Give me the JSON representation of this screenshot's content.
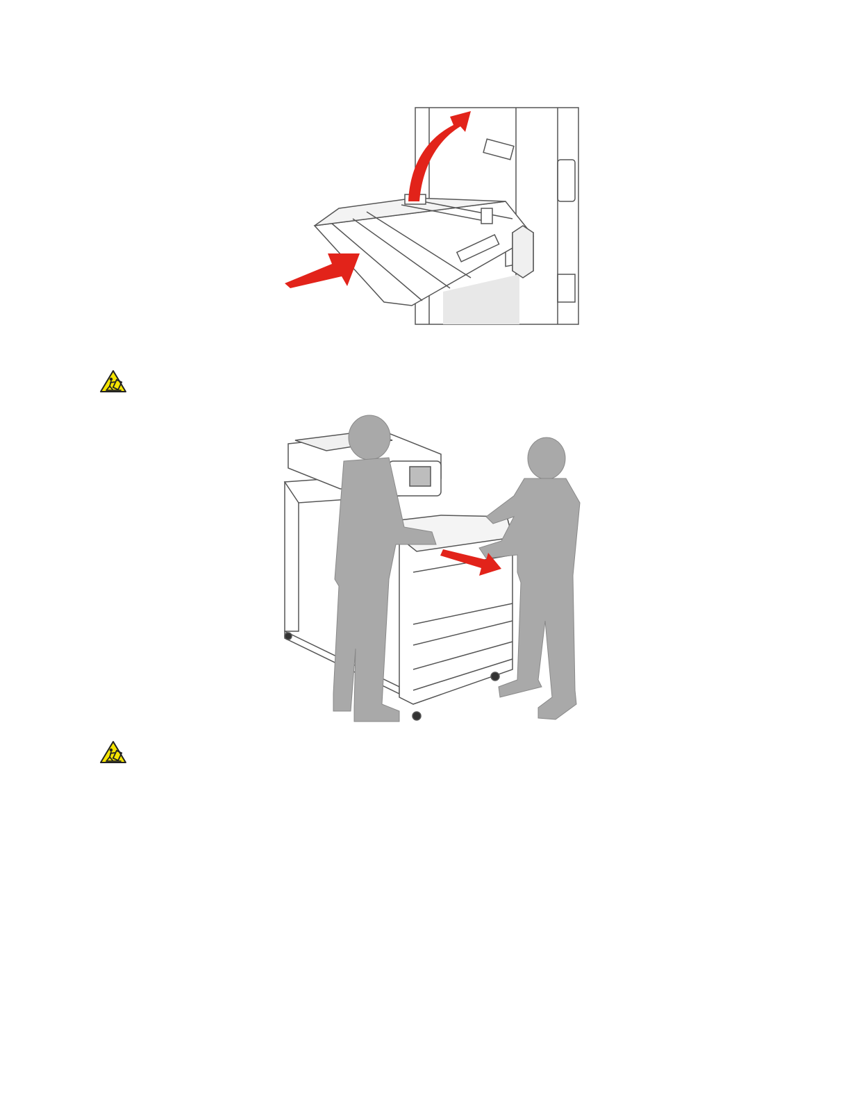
{
  "page": {
    "background": "#ffffff"
  },
  "illustrations": [
    {
      "name": "multipurpose-feeder-close",
      "description_icon": "printer-feeder-closing-illustration",
      "arrow_color": "#e2231a"
    },
    {
      "name": "two-person-printer-lift",
      "description_icon": "two-people-moving-printer-illustration",
      "arrow_color": "#e2231a"
    }
  ],
  "warnings": [
    {
      "icon": "tip-hazard-icon",
      "color": "#f5e400"
    },
    {
      "icon": "tip-hazard-icon",
      "color": "#f5e400"
    }
  ]
}
